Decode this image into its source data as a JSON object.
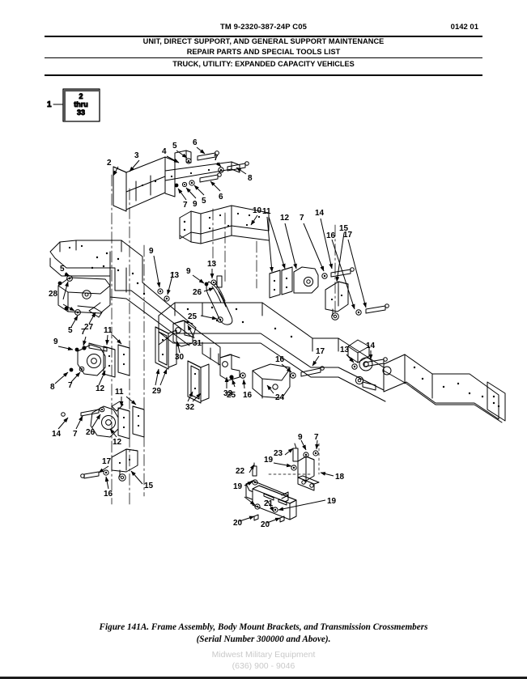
{
  "header": {
    "tm_number": "TM 9-2320-387-24P  C05",
    "page_number": "0142 01",
    "line1": "UNIT, DIRECT SUPPORT, AND GENERAL SUPPORT MAINTENANCE",
    "line2": "REPAIR PARTS AND SPECIAL TOOLS LIST",
    "line3": "TRUCK, UTILITY: EXPANDED CAPACITY VEHICLES"
  },
  "key_box": {
    "lead_label": "1",
    "line1": "2",
    "line2": "thru",
    "line3": "33"
  },
  "caption": {
    "line1": "Figure 141A.  Frame Assembly, Body Mount Brackets, and Transmission Crossmembers",
    "line2": "(Serial Number 300000 and Above)."
  },
  "watermark": {
    "line1": "Midwest Military Equipment",
    "line2": "(636) 900 - 9046"
  },
  "callouts": {
    "c1": "1",
    "c2": "2",
    "c3": "3",
    "c4": "4",
    "c5a": "5",
    "c5b": "5",
    "c6a": "6",
    "c6b": "6",
    "c7a": "7",
    "c7b": "7",
    "c8a": "8",
    "c9a": "9",
    "c9b": "9",
    "c10": "10",
    "c11a": "11",
    "c12a": "12",
    "c7c": "7",
    "c14a": "14",
    "c15a": "15",
    "c16a": "16",
    "c17a": "17",
    "c9c": "9",
    "c13a": "13",
    "c13b": "13",
    "c26a": "26",
    "c25a": "25",
    "c5c": "5",
    "c28": "28",
    "c5d": "5",
    "c27": "27",
    "c13c": "13",
    "c14b": "14",
    "c16b": "16",
    "c17b": "17",
    "c9d": "9",
    "c7d": "7",
    "c11b": "11",
    "c8b": "8",
    "c7e": "7",
    "c12b": "12",
    "c29a": "29",
    "c30": "30",
    "c31": "31",
    "c32": "32",
    "c33": "33",
    "c25b": "25",
    "c16c": "16",
    "c24": "24",
    "c11c": "11",
    "c14c": "14",
    "c7f": "7",
    "c26b": "26",
    "c12c": "12",
    "c17c": "17",
    "c16d": "16",
    "c15b": "15",
    "c22": "22",
    "c23": "23",
    "c9e": "9",
    "c7g": "7",
    "c18": "18",
    "c19a": "19",
    "c19b": "19",
    "c19c": "19",
    "c20a": "20",
    "c20b": "20",
    "c21": "21"
  },
  "colors": {
    "ink": "#000000",
    "paper": "#ffffff",
    "watermark": "#c9c9c9"
  }
}
